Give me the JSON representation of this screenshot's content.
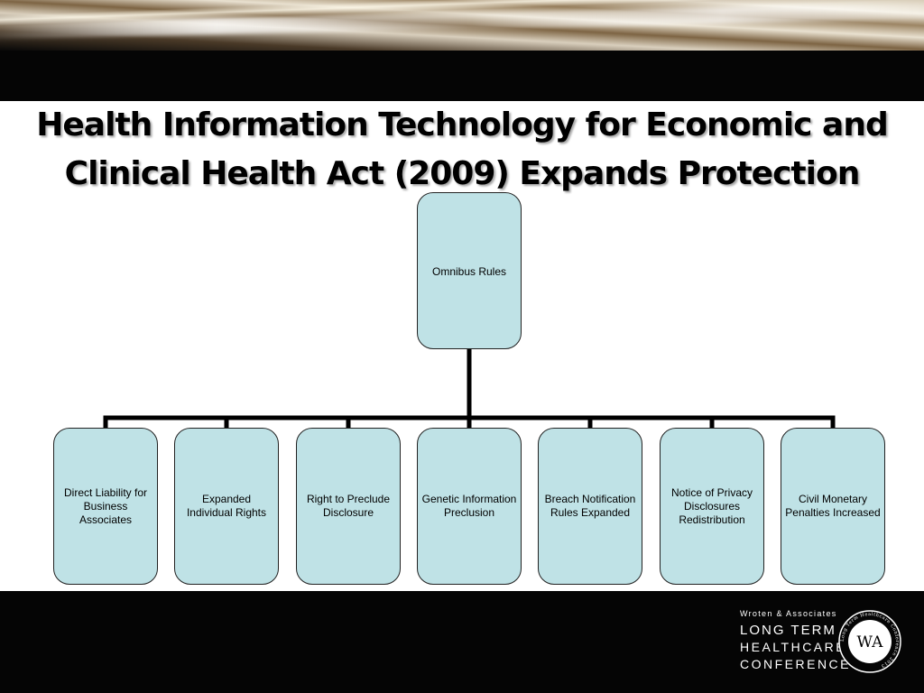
{
  "title": "Health Information Technology for Economic and Clinical Health Act (2009) Expands Protection",
  "root": {
    "label": "Omnibus Rules"
  },
  "children": [
    {
      "label": "Direct Liability for Business Associates"
    },
    {
      "label": "Expanded Individual Rights"
    },
    {
      "label": "Right to Preclude Disclosure"
    },
    {
      "label": "Genetic Information Preclusion"
    },
    {
      "label": "Breach Notification Rules Expanded"
    },
    {
      "label": "Notice of Privacy Disclosures Redistribution"
    },
    {
      "label": "Civil Monetary Penalties Increased"
    }
  ],
  "logo": {
    "small": "Wroten & Associates",
    "line1": "LONG TERM",
    "line2": "HEALTHCARE",
    "line3": "CONFERENCE",
    "seal_monogram": "WA",
    "seal_ring_text": "Long Term Healthcare Conference 2013"
  },
  "colors": {
    "box_fill": "#bfe2e6",
    "box_border": "#222222",
    "connector": "#000000",
    "band": "#050505"
  }
}
